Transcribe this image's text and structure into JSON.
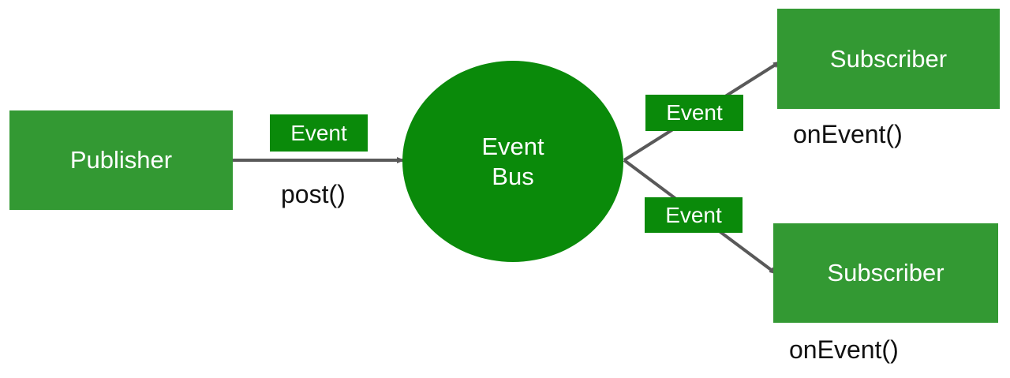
{
  "diagram": {
    "title": "Event Bus publish-subscribe diagram",
    "background_color": "#ffffff",
    "edge_color": "#595959",
    "colors": {
      "node_green": "#339933",
      "accent_green": "#0a8a0a",
      "text_on_green": "#ffffff",
      "text_dark": "#111111"
    },
    "nodes": {
      "publisher": {
        "label": "Publisher"
      },
      "event_bus": {
        "label_line1": "Event",
        "label_line2": "Bus"
      },
      "subscriber_top": {
        "label": "Subscriber"
      },
      "subscriber_bottom": {
        "label": "Subscriber"
      }
    },
    "edge_labels": {
      "post_event": "Event",
      "post_method": "post()",
      "deliver_event_top": "Event",
      "deliver_event_bottom": "Event",
      "on_event_top": "onEvent()",
      "on_event_bottom": "onEvent()"
    },
    "edges": [
      {
        "name": "publisher-to-bus",
        "from": "publisher",
        "to": "event_bus",
        "label": "post()",
        "badge": "Event",
        "style": "straight-arrow"
      },
      {
        "name": "bus-to-subscriber-top",
        "from": "event_bus",
        "to": "subscriber_top",
        "label": "onEvent()",
        "badge": "Event",
        "style": "diagonal-arrow-up"
      },
      {
        "name": "bus-to-subscriber-bottom",
        "from": "event_bus",
        "to": "subscriber_bottom",
        "label": "onEvent()",
        "badge": "Event",
        "style": "diagonal-arrow-down"
      }
    ]
  }
}
